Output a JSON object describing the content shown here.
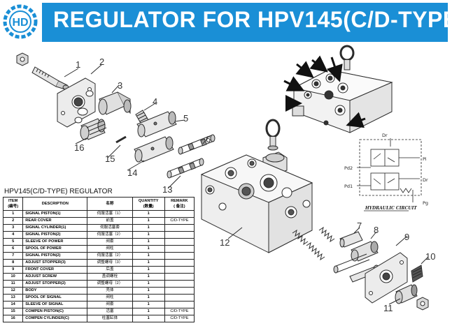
{
  "header": {
    "title": "REGULATOR FOR HPV145(C/D-TYPE)",
    "logo_text": "HD"
  },
  "parts_table": {
    "title": "HPV145(C/D-TYPE) REGULATOR",
    "headers": {
      "item": "ITEM",
      "item_sub": "(编号)",
      "description": "DESCRIPTION",
      "name_cn": "名称",
      "quantity": "QUANTITY",
      "quantity_sub": "(数量)",
      "remark": "REMARK",
      "remark_sub": "( 备注)"
    },
    "rows": [
      {
        "item": "1",
        "description": "SIGNAL PISTON(1)",
        "name_cn": "伺服活塞（1）",
        "qty": "1",
        "remark": ""
      },
      {
        "item": "2",
        "description": "REAR COVER",
        "name_cn": "前盖",
        "qty": "1",
        "remark": "C/D-TYPE"
      },
      {
        "item": "3",
        "description": "SIGNAL CYLINDER(1)",
        "name_cn": "伺服活塞套",
        "qty": "1",
        "remark": ""
      },
      {
        "item": "4",
        "description": "SIGNAL PISTON(2)",
        "name_cn": "伺服活塞（2）",
        "qty": "1",
        "remark": ""
      },
      {
        "item": "5",
        "description": "SLEEVE OF POWER",
        "name_cn": "阀套",
        "qty": "1",
        "remark": ""
      },
      {
        "item": "6",
        "description": "SPOOL OF POWER",
        "name_cn": "阀柱",
        "qty": "1",
        "remark": ""
      },
      {
        "item": "7",
        "description": "SIGNAL PISTON(2)",
        "name_cn": "伺服活塞（2）",
        "qty": "1",
        "remark": ""
      },
      {
        "item": "8",
        "description": "ADJUST STOPPER(3)",
        "name_cn": "调整螺母（3）",
        "qty": "1",
        "remark": ""
      },
      {
        "item": "9",
        "description": "FRONT COVER",
        "name_cn": "后盖",
        "qty": "1",
        "remark": ""
      },
      {
        "item": "10",
        "description": "ADJUST SCREW",
        "name_cn": "盖调螺栓",
        "qty": "1",
        "remark": ""
      },
      {
        "item": "11",
        "description": "ADJUST STOPPER(2)",
        "name_cn": "调整螺母（2）",
        "qty": "1",
        "remark": ""
      },
      {
        "item": "12",
        "description": "BODY",
        "name_cn": "壳体",
        "qty": "1",
        "remark": ""
      },
      {
        "item": "13",
        "description": "SPOOL OF SIGNAL",
        "name_cn": "阀柱",
        "qty": "1",
        "remark": ""
      },
      {
        "item": "14",
        "description": "SLEEVE OF SIGNAL",
        "name_cn": "阀套",
        "qty": "1",
        "remark": ""
      },
      {
        "item": "15",
        "description": "COMPEN PISTON(C)",
        "name_cn": "活塞",
        "qty": "1",
        "remark": "C/D-TYPE"
      },
      {
        "item": "16",
        "description": "COMPEN CYLINDER(C)",
        "name_cn": "柱塞缸体",
        "qty": "1",
        "remark": "C/D-TYPE"
      }
    ]
  },
  "part_numbers": [
    "1",
    "2",
    "3",
    "4",
    "5",
    "6",
    "7",
    "8",
    "9",
    "10",
    "11",
    "12",
    "13",
    "14",
    "15",
    "16"
  ],
  "hydraulic_circuit": {
    "caption": "HYDRAULIC CIRCUIT",
    "ports": {
      "dr_top": "Dr",
      "pi": "Pi",
      "pd2": "Pd2",
      "dr_mid": "Dr",
      "pd1": "Pd1",
      "pg": "Pg"
    }
  },
  "colors": {
    "banner": "#1a8fd6",
    "banner_text": "#ffffff",
    "line_art": "#2b2b2b"
  }
}
